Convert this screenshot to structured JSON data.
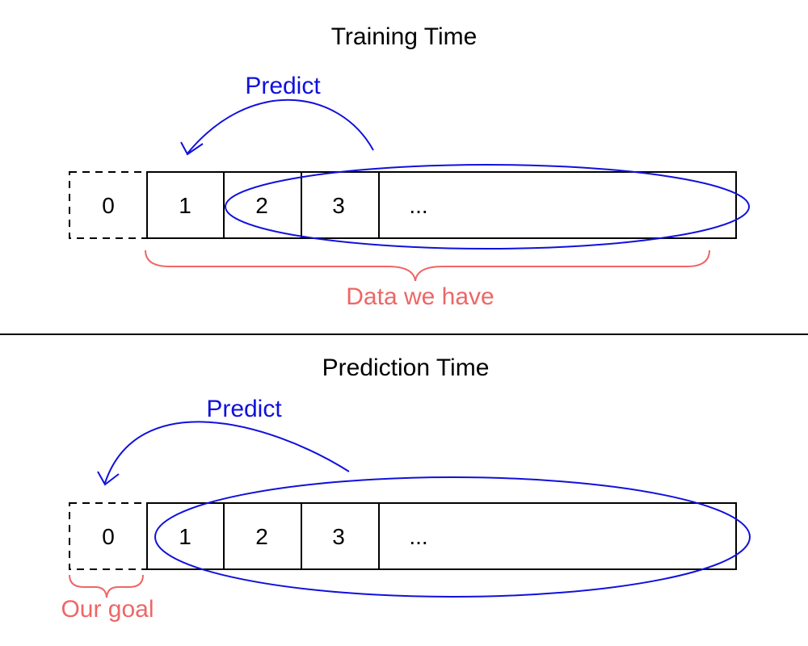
{
  "colors": {
    "predict": "#1010dd",
    "annotation": "#ee6666",
    "stroke": "#000000"
  },
  "training": {
    "title": "Training Time",
    "predict_label": "Predict",
    "cells": [
      "0",
      "1",
      "2",
      "3",
      "..."
    ],
    "brace_label": "Data we have"
  },
  "prediction": {
    "title": "Prediction Time",
    "predict_label": "Predict",
    "cells": [
      "0",
      "1",
      "2",
      "3",
      "..."
    ],
    "brace_label": "Our goal"
  }
}
